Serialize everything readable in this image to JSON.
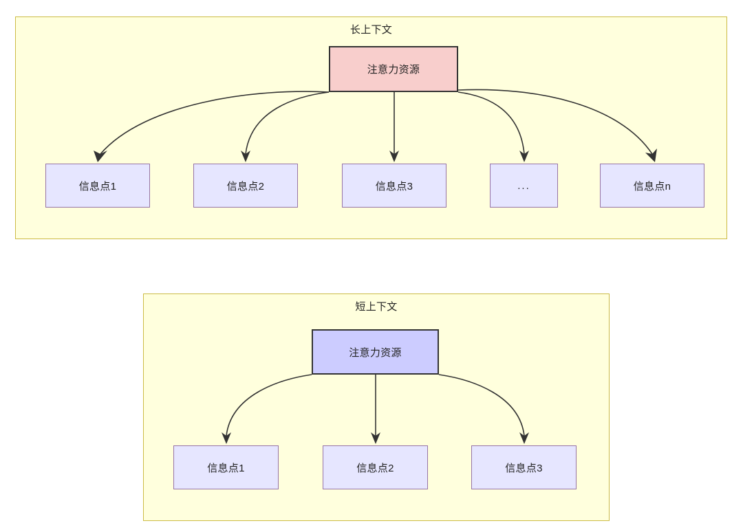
{
  "diagram": {
    "title_long": "长上下文",
    "title_short": "短上下文",
    "colors": {
      "group_fill": "#ffffdd",
      "group_border": "#ccbb44",
      "attention_long_fill": "#f8cecc",
      "attention_short_fill": "#ccccff",
      "node_fill": "#e6e6ff",
      "node_border": "#9673a6",
      "edge": "#333333",
      "text": "#222222"
    }
  },
  "long_context": {
    "title": "长上下文",
    "attention": {
      "label": "注意力资源"
    },
    "items": [
      {
        "label": "信息点1"
      },
      {
        "label": "信息点2"
      },
      {
        "label": "信息点3"
      },
      {
        "label": "..."
      },
      {
        "label": "信息点n"
      }
    ]
  },
  "short_context": {
    "title": "短上下文",
    "attention": {
      "label": "注意力资源"
    },
    "items": [
      {
        "label": "信息点1"
      },
      {
        "label": "信息点2"
      },
      {
        "label": "信息点3"
      }
    ]
  }
}
